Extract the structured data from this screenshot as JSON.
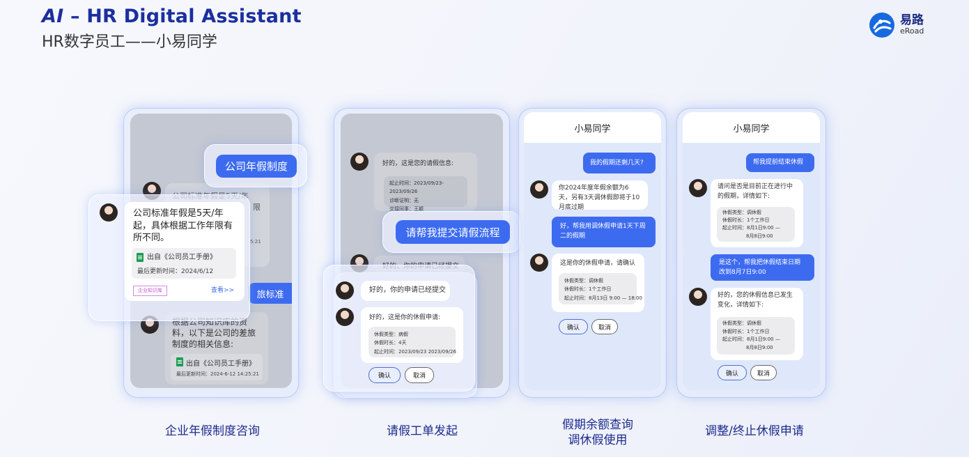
{
  "header": {
    "title_ai": "AI",
    "title_rest": " – HR Digital Assistant",
    "subtitle": "HR数字员工——小易同学"
  },
  "logo": {
    "cn": "易路",
    "en": "eRoad"
  },
  "panel1": {
    "pill": "公司年假制度",
    "bg_partial_1": "公司标准年假是5天/年",
    "bg_partial_2": "限",
    "bg_partial_3": "5:21",
    "bg_pill_partial": "旅标准",
    "bg_answer": "根据公司知识库的资料，以下是公司的差旅制度的相关信息:",
    "bg_source": "出自《公司员工手册》",
    "bg_updated": "最后更新时间：2024-6-12 14:25:21",
    "card_text": "公司标准年假是5天/年起，具体根据工作年限有所不同。",
    "card_source": "出自《公司员工手册》",
    "card_updated": "最后更新时间：2024/6/12",
    "card_tag": "企业知识库",
    "card_link": "查看>>"
  },
  "panel2": {
    "bg_intro": "好的，这是您的请假信息:",
    "bg_rows": [
      "起止时间：2023/09/23-2023/09/26",
      "诊断证明：无",
      "交接同事：王颖"
    ],
    "pill": "请帮我提交请假流程",
    "bg_submitted_partial": "好的，你的申请已经提交",
    "card_submitted": "好的，你的申请已经提交",
    "card_intro": "好的，这是你的休假申请:",
    "card_rows": [
      "休假类型：病假",
      "休假时长：4天",
      "起止时间：2023/09/23 2023/09/26"
    ],
    "confirm": "确认",
    "cancel": "取消"
  },
  "panel3": {
    "title": "小易同学",
    "user1": "我的假期还剩几天?",
    "bot1": "你2024年度年假余额为6天，另有3天调休假即将于10月底过期",
    "user2": "好，帮我用调休假申请1天下周二的假期",
    "bot2": "这是你的休假申请，请确认",
    "rows": [
      "休假类型：调休假",
      "休假时长：1个工作日",
      "起止时间：8月13日 9:00 — 18:00"
    ],
    "confirm": "确认",
    "cancel": "取消"
  },
  "panel4": {
    "title": "小易同学",
    "user1": "帮我提前结束休假",
    "bot1": "请问是否是目前正在进行中的假期，详情如下:",
    "rows1": [
      "休假类型：调休假",
      "休假时长：1个工作日",
      "起止时间：8月1日9:00 —",
      "8月8日9:00"
    ],
    "user2": "是这个，帮我把休假结束日期改到8月7日9:00",
    "bot2": "好的，您的休假信息已发生变化，详情如下:",
    "rows2": [
      "休假类型：调休假",
      "休假时长：1个工作日",
      "起止时间：8月1日9:00 —",
      "8月8日9:00"
    ],
    "confirm": "确认",
    "cancel": "取消"
  },
  "captions": [
    "企业年假制度咨询",
    "请假工单发起",
    "假期余额查询",
    "调休假使用",
    "调整/终止休假申请"
  ]
}
